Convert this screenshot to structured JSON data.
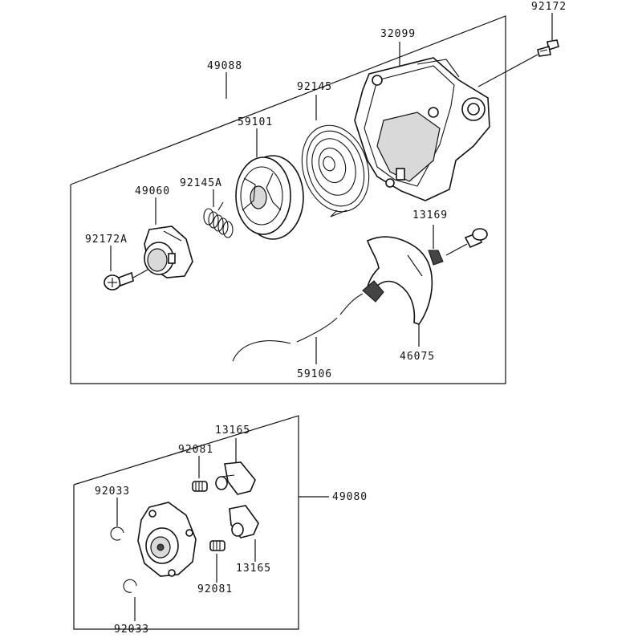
{
  "labels": {
    "p92172": "92172",
    "p32099": "32099",
    "p49088": "49088",
    "p92145": "92145",
    "p59101": "59101",
    "p49060": "49060",
    "p92145A": "92145A",
    "p92172A": "92172A",
    "p13169": "13169",
    "p46075": "46075",
    "p59106": "59106",
    "p13165_top": "13165",
    "p92081_top": "92081",
    "p92033_top": "92033",
    "p49080": "49080",
    "p13165_bot": "13165",
    "p92081_bot": "92081",
    "p92033_bot": "92033"
  }
}
